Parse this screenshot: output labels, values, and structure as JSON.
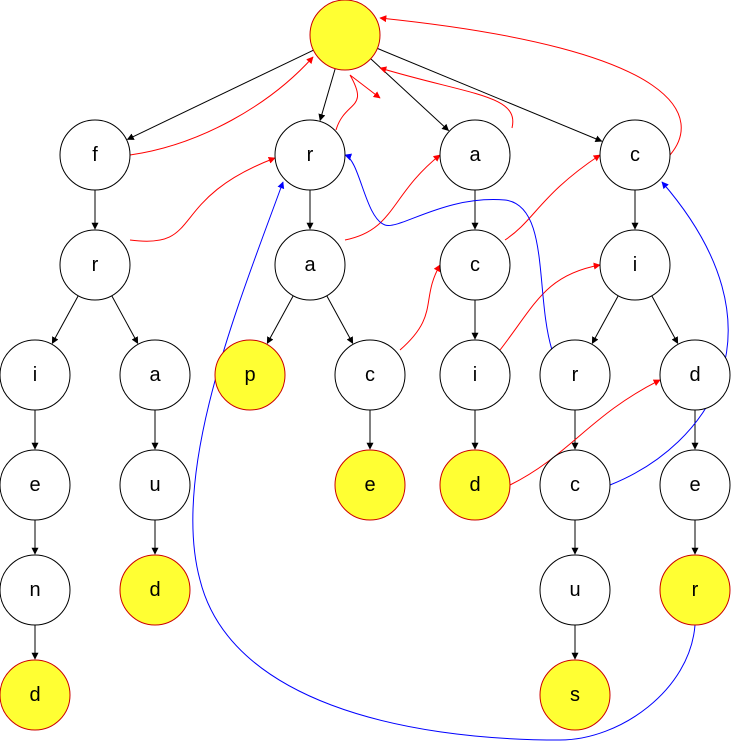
{
  "colors": {
    "node_fill": "#ffffff",
    "node_stroke": "#000000",
    "terminal_fill": "#ffff33",
    "terminal_stroke": "#cc0000",
    "tree_edge": "#000000",
    "fail_edge": "#ff0000",
    "dict_edge": "#0000ff"
  },
  "nodes": [
    {
      "id": "root",
      "label": "",
      "terminal": true
    },
    {
      "id": "f",
      "label": "f",
      "terminal": false
    },
    {
      "id": "fr",
      "label": "r",
      "terminal": false
    },
    {
      "id": "fri",
      "label": "i",
      "terminal": false
    },
    {
      "id": "frie",
      "label": "e",
      "terminal": false
    },
    {
      "id": "frien",
      "label": "n",
      "terminal": false
    },
    {
      "id": "friend",
      "label": "d",
      "terminal": true
    },
    {
      "id": "fra",
      "label": "a",
      "terminal": false
    },
    {
      "id": "frau",
      "label": "u",
      "terminal": false
    },
    {
      "id": "fraud",
      "label": "d",
      "terminal": true
    },
    {
      "id": "r",
      "label": "r",
      "terminal": false
    },
    {
      "id": "ra",
      "label": "a",
      "terminal": false
    },
    {
      "id": "rap",
      "label": "p",
      "terminal": true
    },
    {
      "id": "rac",
      "label": "c",
      "terminal": false
    },
    {
      "id": "race",
      "label": "e",
      "terminal": true
    },
    {
      "id": "a",
      "label": "a",
      "terminal": false
    },
    {
      "id": "ac",
      "label": "c",
      "terminal": false
    },
    {
      "id": "aci",
      "label": "i",
      "terminal": false
    },
    {
      "id": "acid",
      "label": "d",
      "terminal": true
    },
    {
      "id": "c",
      "label": "c",
      "terminal": false
    },
    {
      "id": "ci",
      "label": "i",
      "terminal": false
    },
    {
      "id": "cir",
      "label": "r",
      "terminal": false
    },
    {
      "id": "circ",
      "label": "c",
      "terminal": false
    },
    {
      "id": "circu",
      "label": "u",
      "terminal": false
    },
    {
      "id": "circus",
      "label": "s",
      "terminal": true
    },
    {
      "id": "cid",
      "label": "d",
      "terminal": false
    },
    {
      "id": "cide",
      "label": "e",
      "terminal": false
    },
    {
      "id": "cider",
      "label": "r",
      "terminal": true
    }
  ],
  "tree_edges": [
    [
      "root",
      "f"
    ],
    [
      "root",
      "r"
    ],
    [
      "root",
      "a"
    ],
    [
      "root",
      "c"
    ],
    [
      "f",
      "fr"
    ],
    [
      "fr",
      "fri"
    ],
    [
      "fr",
      "fra"
    ],
    [
      "fri",
      "frie"
    ],
    [
      "frie",
      "frien"
    ],
    [
      "frien",
      "friend"
    ],
    [
      "fra",
      "frau"
    ],
    [
      "frau",
      "fraud"
    ],
    [
      "r",
      "ra"
    ],
    [
      "ra",
      "rap"
    ],
    [
      "ra",
      "rac"
    ],
    [
      "rac",
      "race"
    ],
    [
      "a",
      "ac"
    ],
    [
      "ac",
      "aci"
    ],
    [
      "aci",
      "acid"
    ],
    [
      "c",
      "ci"
    ],
    [
      "ci",
      "cir"
    ],
    [
      "ci",
      "cid"
    ],
    [
      "cir",
      "circ"
    ],
    [
      "circ",
      "circu"
    ],
    [
      "circu",
      "circus"
    ],
    [
      "cid",
      "cide"
    ],
    [
      "cide",
      "cider"
    ]
  ],
  "fail_edges": [
    [
      "f",
      "root"
    ],
    [
      "r",
      "root"
    ],
    [
      "a",
      "root"
    ],
    [
      "c",
      "root"
    ],
    [
      "fr",
      "r"
    ],
    [
      "ra",
      "a"
    ],
    [
      "rac",
      "ac"
    ],
    [
      "ac",
      "c"
    ],
    [
      "aci",
      "ci"
    ],
    [
      "acid",
      "cid"
    ]
  ],
  "dict_edges": [
    [
      "cir",
      "r"
    ],
    [
      "circ",
      "c"
    ],
    [
      "cider",
      "r"
    ]
  ]
}
